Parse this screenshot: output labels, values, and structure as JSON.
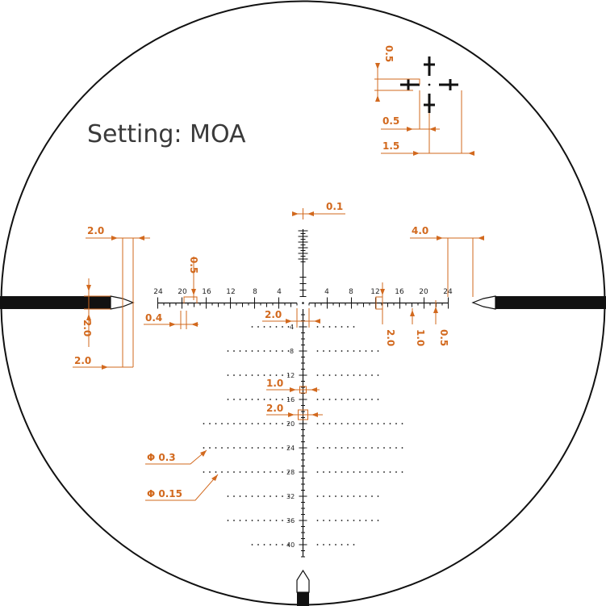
{
  "title": "Setting: MOA",
  "colors": {
    "annotation": "#d2691e",
    "reticle": "#111111",
    "text": "#3a3a3a"
  },
  "reticle": {
    "horizontal_labels": [
      "24",
      "20",
      "16",
      "12",
      "8",
      "4",
      "4",
      "8",
      "12",
      "16",
      "20",
      "24"
    ],
    "vertical_labels": [
      "4",
      "8",
      "12",
      "16",
      "20",
      "24",
      "28",
      "32",
      "36",
      "40"
    ]
  },
  "annotations": {
    "floating_gap": "0.5",
    "floating_bar_inner": "0.5",
    "floating_bar_outer": "1.5",
    "top_tick": "0.1",
    "left_post_width": "2.0",
    "right_post_width": "4.0",
    "left_half_tick": "0.5",
    "left_tick_spacing": "0.4",
    "left_post_thickness": "2.0",
    "left_post_gap": "2.0",
    "center_gap": "2.0",
    "right_tall_tick": "2.0",
    "right_mid_tick": "1.0",
    "right_short_tick": "0.5",
    "box_small": "1.0",
    "box_large": "2.0",
    "dot_large": "Φ 0.3",
    "dot_small": "Φ 0.15"
  }
}
